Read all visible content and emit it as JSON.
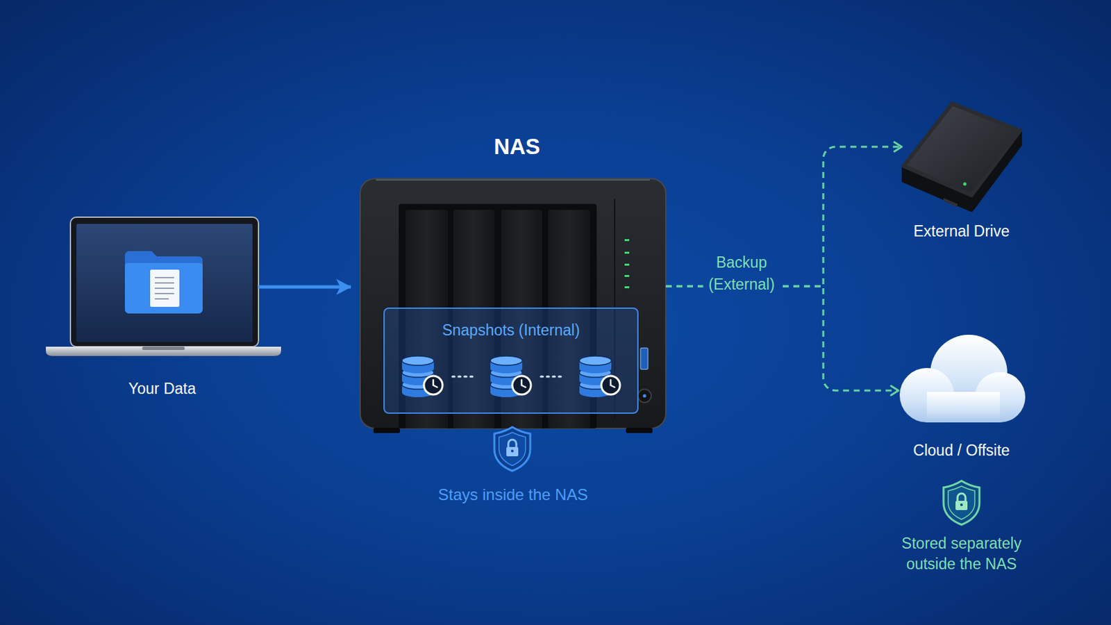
{
  "diagram": {
    "nodes": [
      {
        "text": [
          "Your Data"
        ]
      },
      {
        "text": [
          "NAS"
        ]
      },
      {
        "text": [
          "Snapshots (Internal)"
        ],
        "in": 1
      },
      {
        "text": [
          "External Drive"
        ]
      },
      {
        "text": [
          "Cloud / Offsite"
        ]
      }
    ],
    "edges": [
      {
        "from": 0,
        "to": 1,
        "arrow": "to"
      },
      {
        "from": 1,
        "to": 3,
        "label": "Backup (External)",
        "arrow": "to"
      },
      {
        "from": 1,
        "to": 4,
        "arrow": "to"
      }
    ],
    "labels": [
      "Stays inside the NAS",
      "Stored separately outside the NAS"
    ]
  }
}
